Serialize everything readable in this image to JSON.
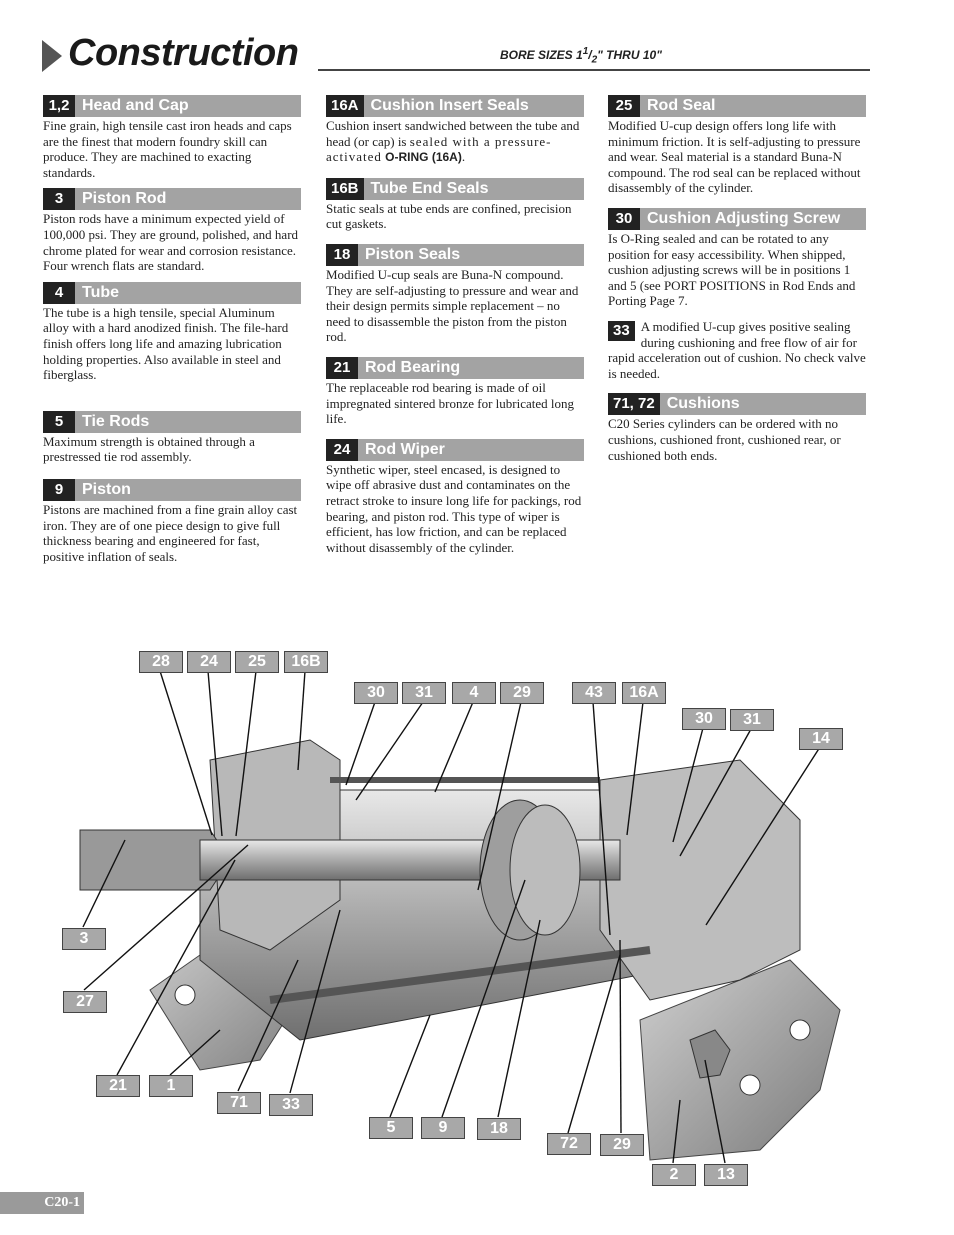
{
  "header": {
    "title": "Construction",
    "bore_prefix": "BORE SIZES 1",
    "bore_sup": "1",
    "bore_slash": "/",
    "bore_sub": "2",
    "bore_suffix": "\" THRU 10\""
  },
  "col1": [
    {
      "num": "1,2",
      "label": "Head and Cap",
      "text": "Fine grain, high tensile cast iron heads and caps are the finest that modern foundry skill can produce.  They are machined to exacting standards."
    },
    {
      "num": "3",
      "label": "Piston Rod",
      "text": "Piston rods have a minimum expected yield of 100,000 psi. They are ground, polished, and hard chrome plated for wear and corrosion resistance. Four wrench flats are standard."
    },
    {
      "num": "4",
      "label": "Tube",
      "text": "The tube is a high tensile, special Aluminum alloy with a hard anodized finish. The file-hard finish offers long life and amazing lubrication holding properties. Also available in steel and fiberglass."
    },
    {
      "num": "5",
      "label": "Tie Rods",
      "text": "Maximum strength is obtained through a prestressed tie rod assembly."
    },
    {
      "num": "9",
      "label": "Piston",
      "text": "Pistons are machined from a fine grain alloy cast iron. They are of one piece design to give full thickness bearing and engineered for fast, positive inflation of seals."
    }
  ],
  "col2": {
    "s16a": {
      "num": "16A",
      "label": "Cushion Insert Seals",
      "text1": "Cushion insert sandwiched between the tube and head (or cap) is ",
      "text2": "sealed with a pressure-activated",
      "bold": "O-RING (16A)",
      "text3": "."
    },
    "rest": [
      {
        "num": "16B",
        "label": "Tube End Seals",
        "text": "Static seals at tube ends are confined, precision cut gaskets."
      },
      {
        "num": "18",
        "label": "Piston Seals",
        "text": "Modified U-cup seals are Buna-N compound.  They are self-adjusting to pressure and wear and their design permits simple replacement – no need to disassemble the piston from the piston rod."
      },
      {
        "num": "21",
        "label": "Rod Bearing",
        "text": "The  replaceable rod bearing is made of oil impregnated sintered bronze for lubricated long life."
      },
      {
        "num": "24",
        "label": "Rod Wiper",
        "text": "Synthetic wiper, steel encased, is designed to wipe off abrasive dust and contaminates on the retract stroke to insure long life for packings, rod bearing, and piston rod. This type of wiper is efficient, has low friction, and can be replaced without disassembly of the cylinder."
      }
    ]
  },
  "col3": {
    "s25": {
      "num": "25",
      "label": "Rod Seal",
      "text": "Modified U-cup design offers long life with minimum friction.  It is self-adjusting to pressure and wear.  Seal material is a standard Buna-N compound.  The rod seal can be replaced without disassembly of the cylinder."
    },
    "s30": {
      "num": "30",
      "label": "Cushion Adjusting Screw",
      "text": "Is O-Ring sealed and can be rotated to any position for easy accessibility. When shipped, cushion adjusting screws will be in positions 1 and 5 (see PORT POSITIONS in Rod Ends and Porting Page 7."
    },
    "s33": {
      "num": "33",
      "text": "A modified U-cup gives positive sealing during cushioning and free flow of air for rapid acceleration out of cushion.  No check valve is needed."
    },
    "s71": {
      "num": "71, 72",
      "label": "Cushions",
      "text": "C20 Series cylinders can be ordered with no cushions, cushioned front, cushioned rear, or cushioned both ends."
    }
  },
  "callouts": [
    "28",
    "24",
    "25",
    "16B",
    "30",
    "31",
    "4",
    "29",
    "43",
    "16A",
    "30",
    "31",
    "14",
    "3",
    "27",
    "21",
    "1",
    "71",
    "33",
    "5",
    "9",
    "18",
    "72",
    "29",
    "2",
    "13"
  ],
  "footer": {
    "page": "C20-1"
  }
}
